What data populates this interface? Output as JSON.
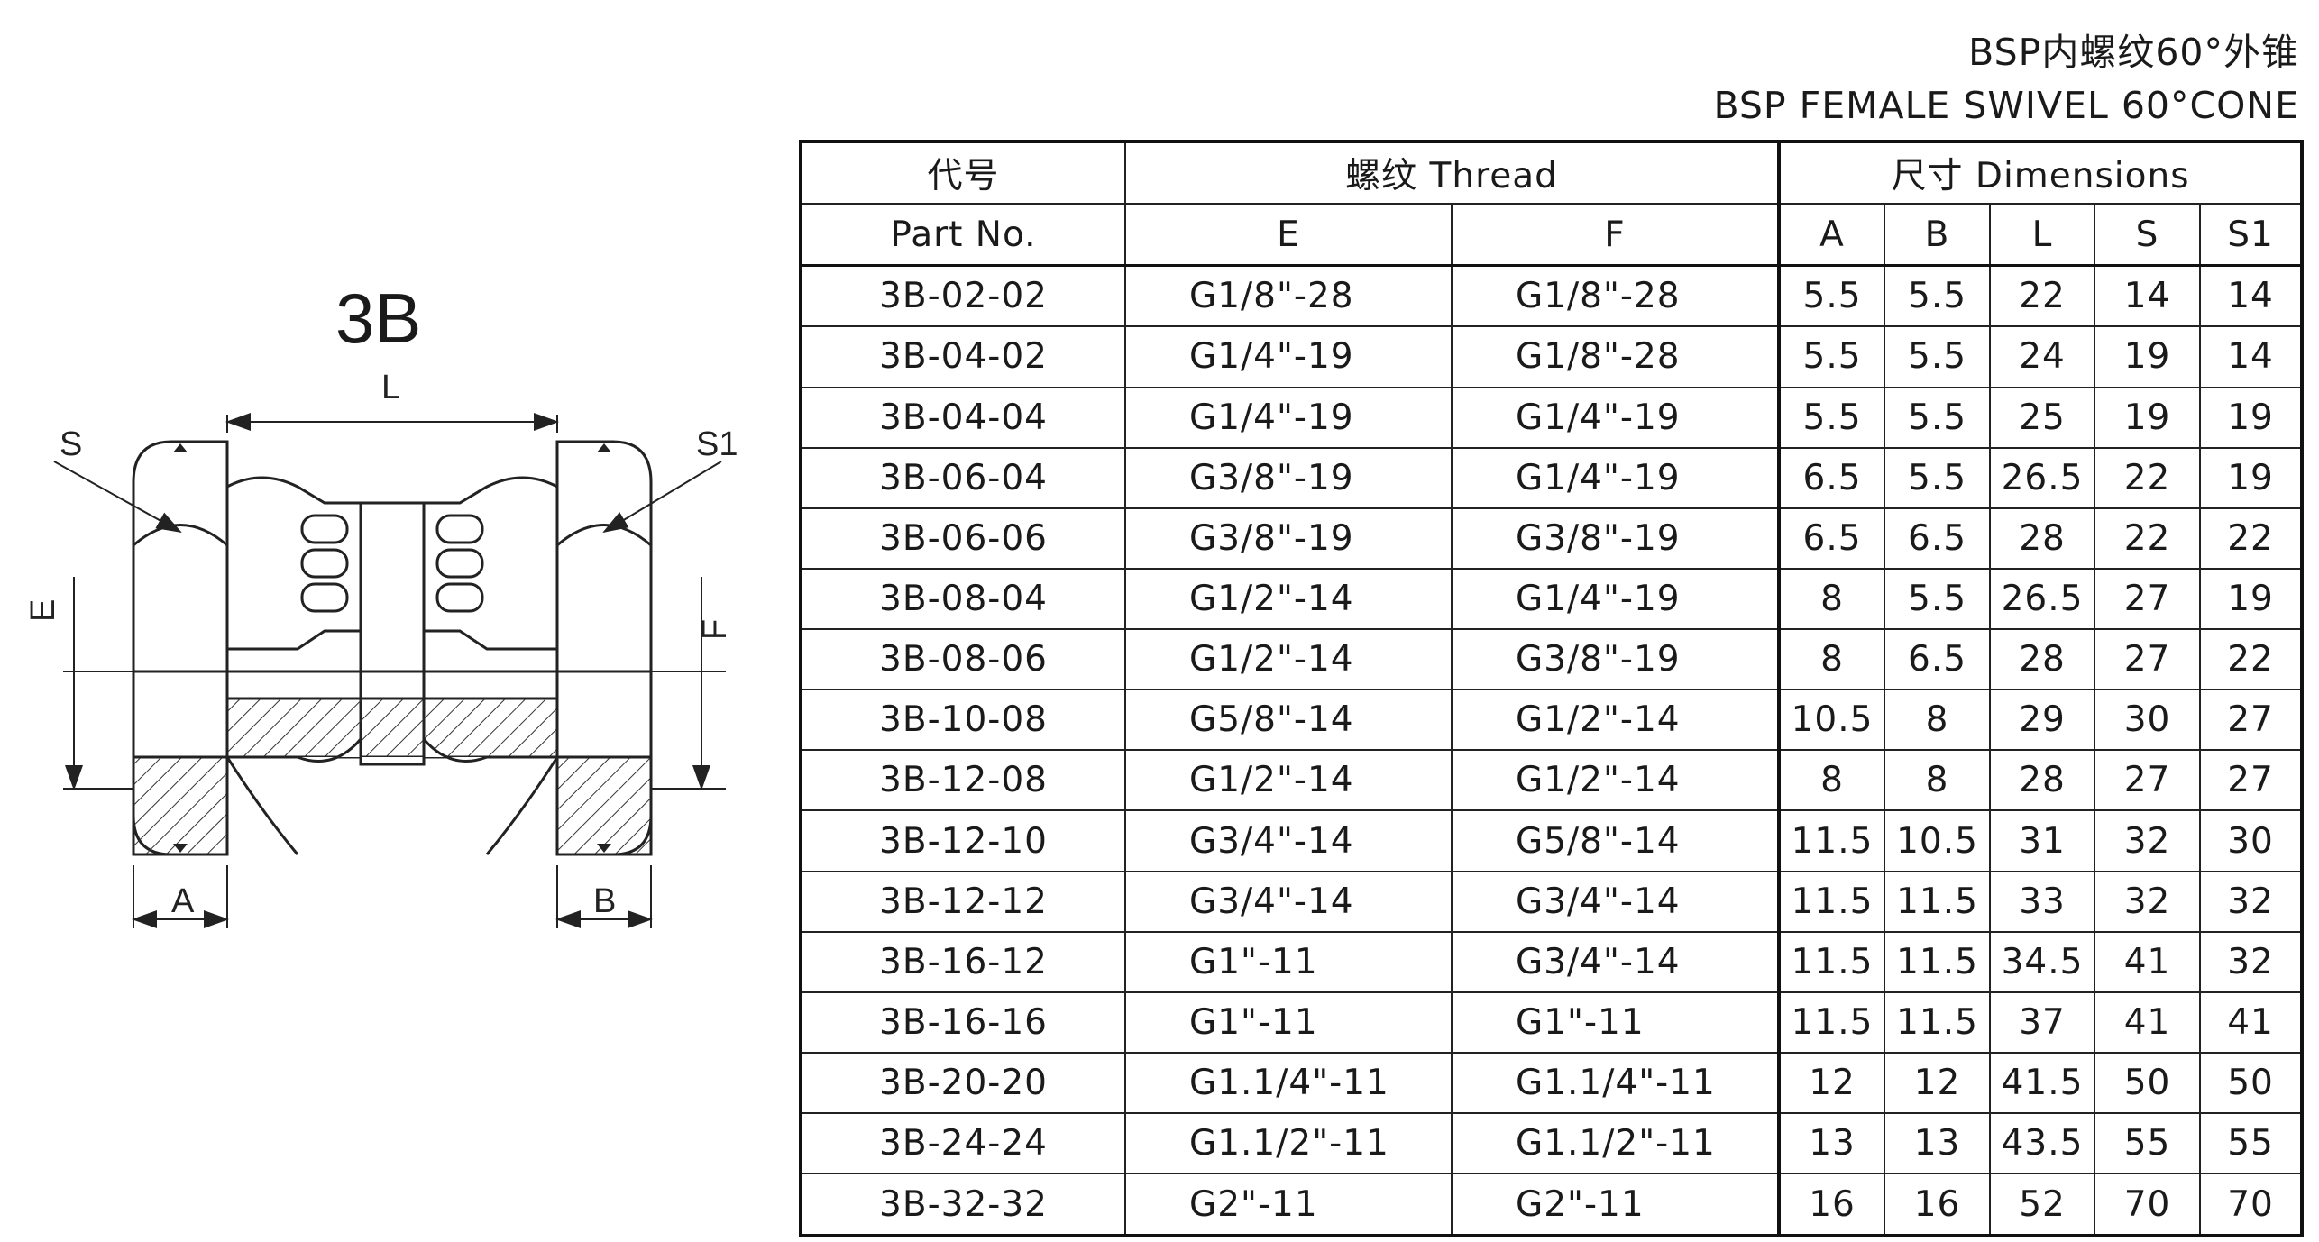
{
  "titles": {
    "cn": "BSP内螺纹60°外锥",
    "en": "BSP FEMALE SWIVEL 60°CONE"
  },
  "model": "3B",
  "drawing": {
    "labels": {
      "L": "L",
      "S": "S",
      "S1": "S1",
      "E": "E",
      "F": "F",
      "A": "A",
      "B": "B"
    }
  },
  "table": {
    "header": {
      "part_cn": "代号",
      "part_en": "Part No.",
      "thread": "螺纹 Thread",
      "dims": "尺寸 Dimensions",
      "cols": [
        "E",
        "F",
        "A",
        "B",
        "L",
        "S",
        "S1"
      ]
    },
    "rows": [
      [
        "3B-02-02",
        "G1/8\"-28",
        "G1/8\"-28",
        "5.5",
        "5.5",
        "22",
        "14",
        "14"
      ],
      [
        "3B-04-02",
        "G1/4\"-19",
        "G1/8\"-28",
        "5.5",
        "5.5",
        "24",
        "19",
        "14"
      ],
      [
        "3B-04-04",
        "G1/4\"-19",
        "G1/4\"-19",
        "5.5",
        "5.5",
        "25",
        "19",
        "19"
      ],
      [
        "3B-06-04",
        "G3/8\"-19",
        "G1/4\"-19",
        "6.5",
        "5.5",
        "26.5",
        "22",
        "19"
      ],
      [
        "3B-06-06",
        "G3/8\"-19",
        "G3/8\"-19",
        "6.5",
        "6.5",
        "28",
        "22",
        "22"
      ],
      [
        "3B-08-04",
        "G1/2\"-14",
        "G1/4\"-19",
        "8",
        "5.5",
        "26.5",
        "27",
        "19"
      ],
      [
        "3B-08-06",
        "G1/2\"-14",
        "G3/8\"-19",
        "8",
        "6.5",
        "28",
        "27",
        "22"
      ],
      [
        "3B-10-08",
        "G5/8\"-14",
        "G1/2\"-14",
        "10.5",
        "8",
        "29",
        "30",
        "27"
      ],
      [
        "3B-12-08",
        "G1/2\"-14",
        "G1/2\"-14",
        "8",
        "8",
        "28",
        "27",
        "27"
      ],
      [
        "3B-12-10",
        "G3/4\"-14",
        "G5/8\"-14",
        "11.5",
        "10.5",
        "31",
        "32",
        "30"
      ],
      [
        "3B-12-12",
        "G3/4\"-14",
        "G3/4\"-14",
        "11.5",
        "11.5",
        "33",
        "32",
        "32"
      ],
      [
        "3B-16-12",
        "G1\"-11",
        "G3/4\"-14",
        "11.5",
        "11.5",
        "34.5",
        "41",
        "32"
      ],
      [
        "3B-16-16",
        "G1\"-11",
        "G1\"-11",
        "11.5",
        "11.5",
        "37",
        "41",
        "41"
      ],
      [
        "3B-20-20",
        "G1.1/4\"-11",
        "G1.1/4\"-11",
        "12",
        "12",
        "41.5",
        "50",
        "50"
      ],
      [
        "3B-24-24",
        "G1.1/2\"-11",
        "G1.1/2\"-11",
        "13",
        "13",
        "43.5",
        "55",
        "55"
      ],
      [
        "3B-32-32",
        "G2\"-11",
        "G2\"-11",
        "16",
        "16",
        "52",
        "70",
        "70"
      ]
    ]
  }
}
